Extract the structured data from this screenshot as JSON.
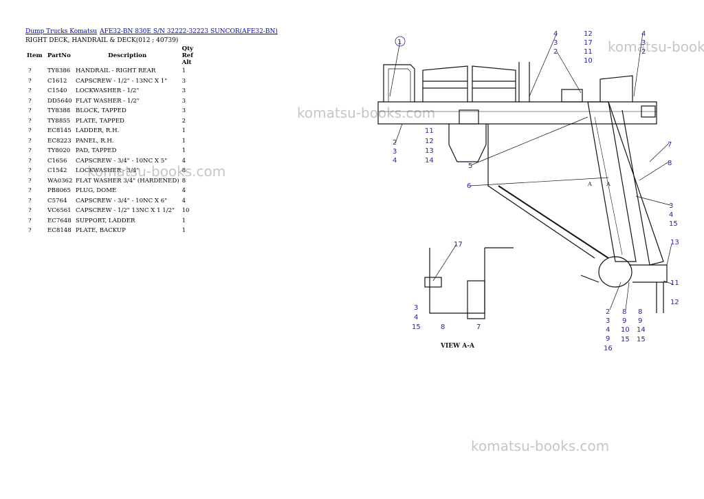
{
  "header": {
    "breadcrumb": [
      "Dump Trucks Komatsu",
      "AFE32-BN 830E S/N 32222-32223 SUNCOR(AFE32-BN)"
    ],
    "section_title": "RIGHT DECK, HANDRAIL & DECK(012 ; 40739)"
  },
  "table": {
    "columns": [
      "Item",
      "PartNo",
      "Description",
      "Qty",
      "Ref",
      "Alt"
    ],
    "rows": [
      [
        "?",
        "TY8386",
        "HANDRAIL - RIGHT REAR",
        "1"
      ],
      [
        "?",
        "C1612",
        "CAPSCREW - 1/2\" - 13NC X 1\"",
        "3"
      ],
      [
        "?",
        "C1540",
        "LOCKWASHER - 1/2\"",
        "3"
      ],
      [
        "?",
        "DD5640",
        "FLAT WASHER - 1/2\"",
        "3"
      ],
      [
        "?",
        "TY8388",
        "BLOCK, TAPPED",
        "3"
      ],
      [
        "?",
        "TY8855",
        "PLATE, TAPPED",
        "2"
      ],
      [
        "?",
        "EC8145",
        "LADDER, R.H.",
        "1"
      ],
      [
        "?",
        "EC8223",
        "PANEL, R.H.",
        "1"
      ],
      [
        "?",
        "TY8020",
        "PAD, TAPPED",
        "1"
      ],
      [
        "?",
        "C1656",
        "CAPSCREW - 3/4\" - 10NC X 5\"",
        "4"
      ],
      [
        "?",
        "C1542",
        "LOCKWASHER - 3/4\"",
        "8"
      ],
      [
        "?",
        "WA0362",
        "FLAT WASHER 3/4\" (HARDENED)",
        "8"
      ],
      [
        "?",
        "PB8065",
        "PLUG, DOME",
        "4"
      ],
      [
        "?",
        "C5764",
        "CAPSCREW - 3/4\" - 10NC X 6\"",
        "4"
      ],
      [
        "?",
        "VC6561",
        "CAPSCREW - 1/2\" 13NC X 1 1/2\"",
        "10"
      ],
      [
        "?",
        "EC7648",
        "SUPPORT, LADDER",
        "1"
      ],
      [
        "?",
        "EC8148",
        "PLATE, BACKUP",
        "1"
      ]
    ]
  },
  "watermark": "komatsu-books.com",
  "drawing": {
    "view_label": "VIEW A-A",
    "section_marks": [
      "A",
      "A"
    ],
    "callouts": [
      "1",
      "2",
      "3",
      "4",
      "5",
      "6",
      "7",
      "8",
      "9",
      "10",
      "11",
      "12",
      "13",
      "14",
      "15",
      "16",
      "17"
    ]
  }
}
